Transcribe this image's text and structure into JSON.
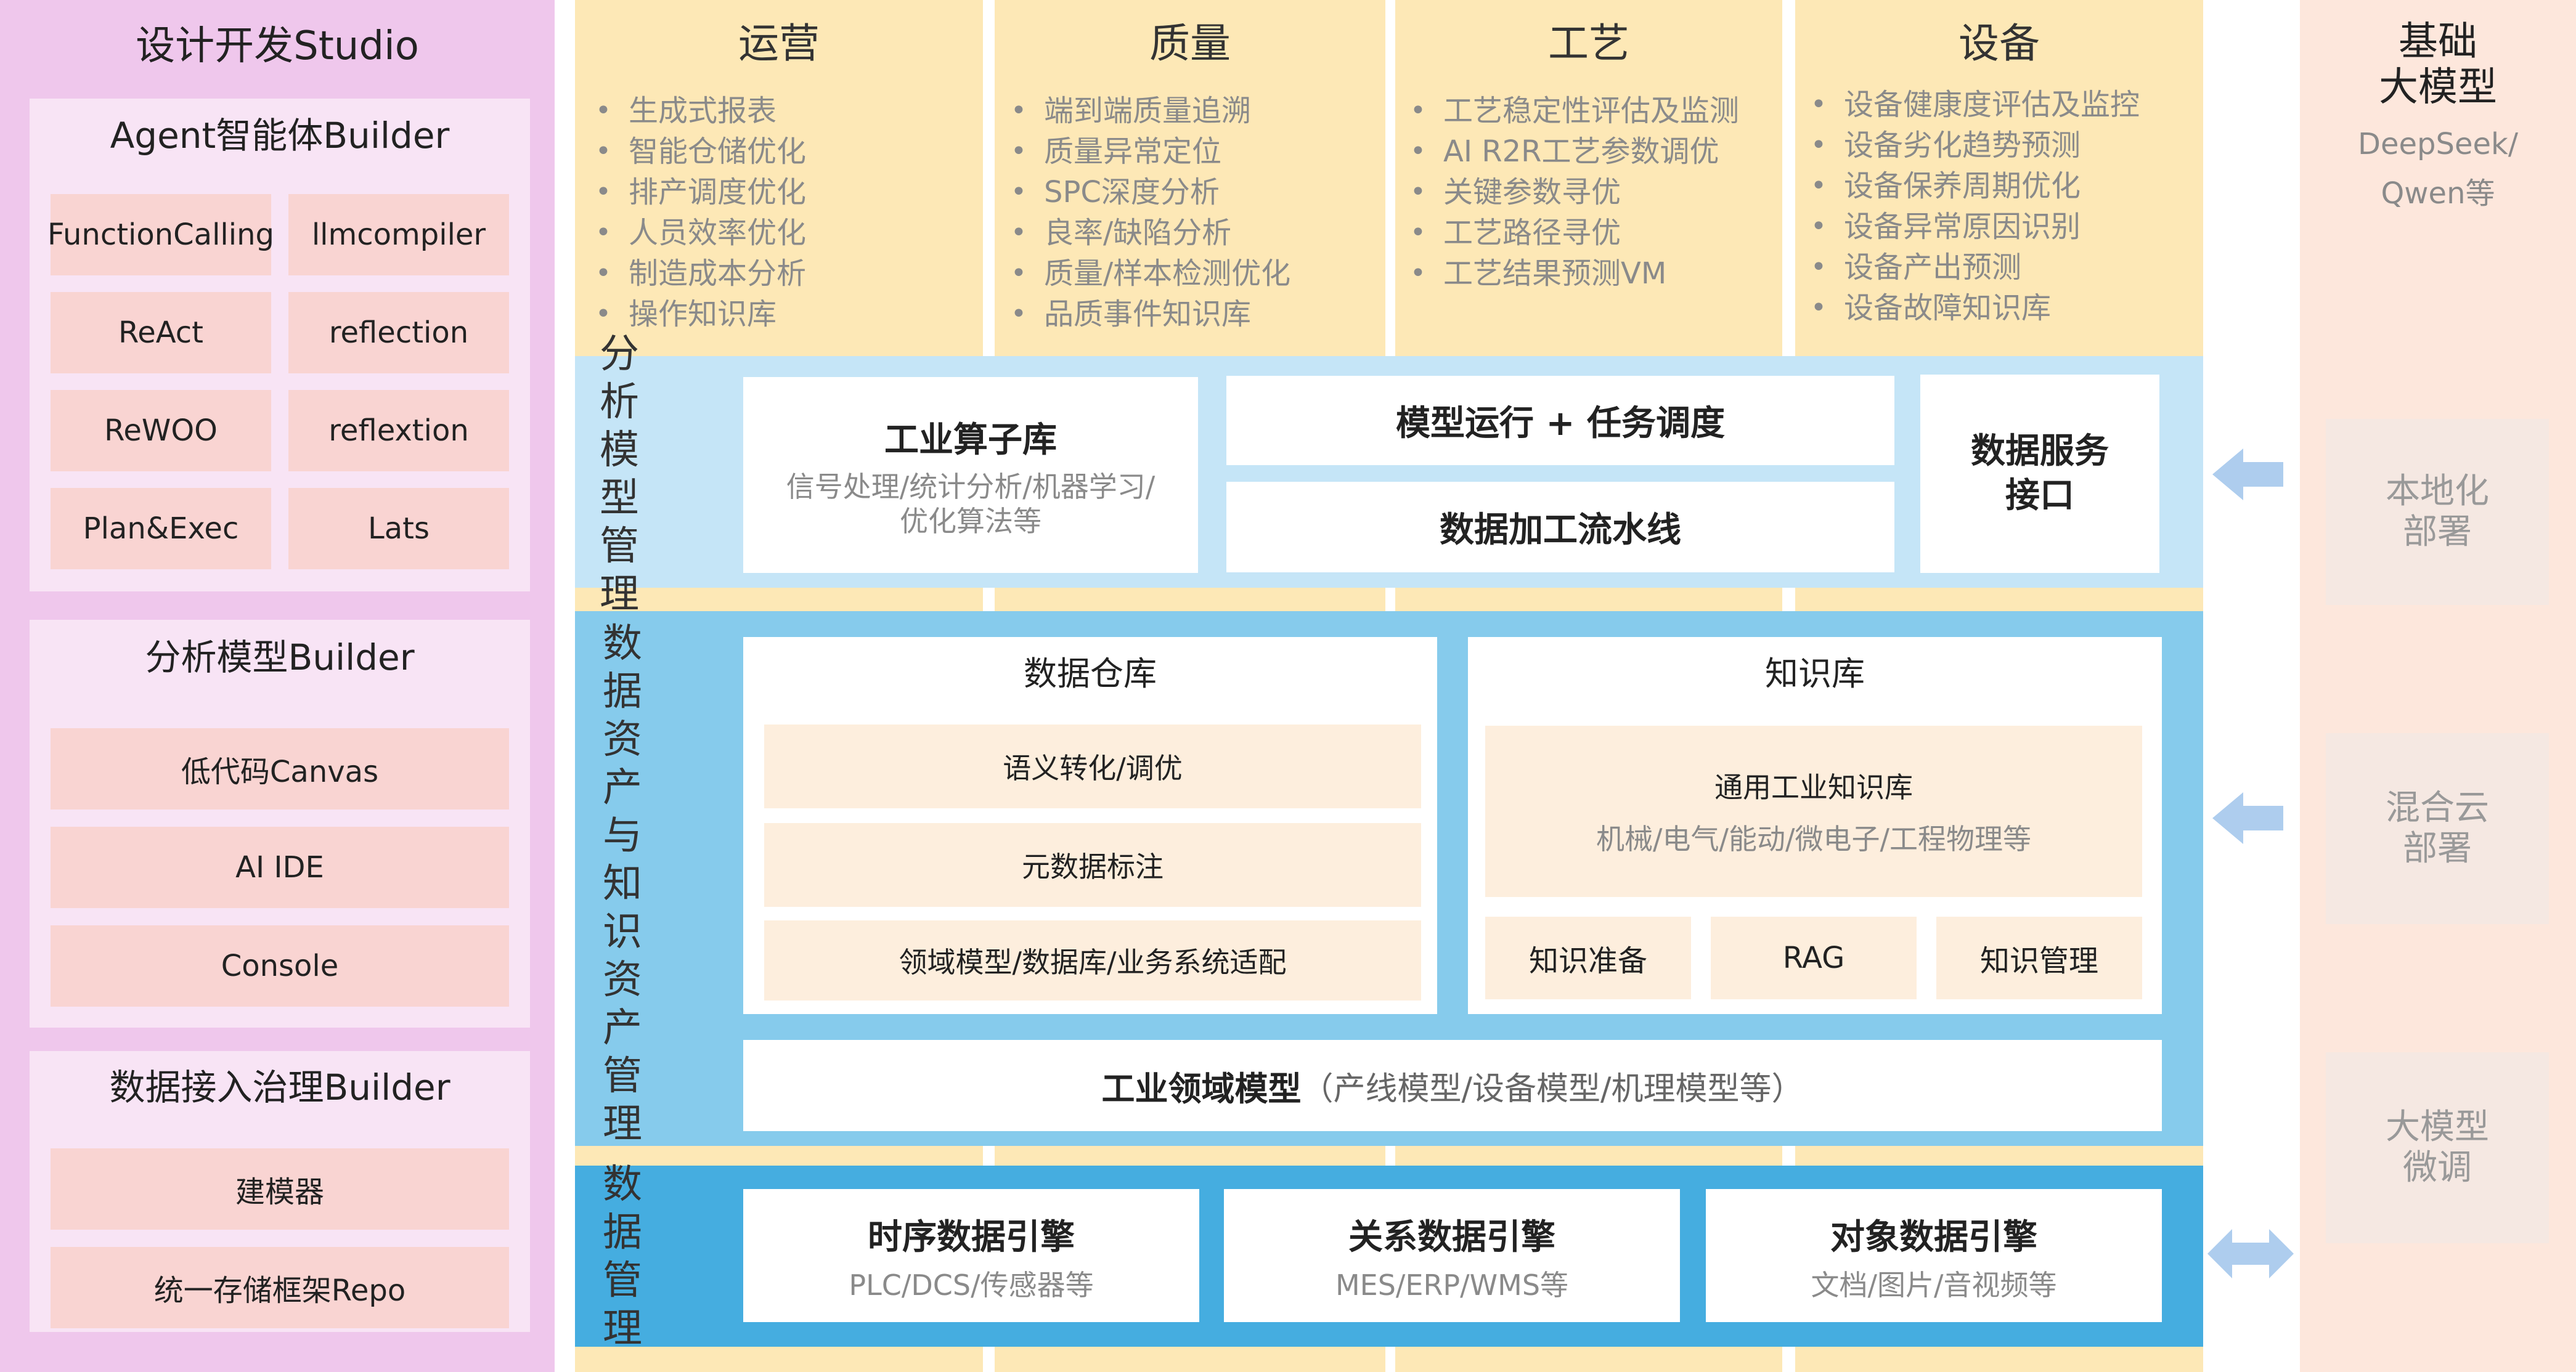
{
  "studio": {
    "title": "设计开发Studio",
    "agent_builder": {
      "title": "Agent智能体Builder",
      "items": [
        "FunctionCalling",
        "llmcompiler",
        "ReAct",
        "reflection",
        "ReWOO",
        "reflextion",
        "Plan&Exec",
        "Lats"
      ]
    },
    "analysis_builder": {
      "title": "分析模型Builder",
      "items": [
        "低代码Canvas",
        "AI IDE",
        "Console"
      ]
    },
    "data_builder": {
      "title": "数据接入治理Builder",
      "items": [
        "建模器",
        "统一存储框架Repo"
      ]
    }
  },
  "domains": [
    {
      "title": "运营",
      "items": [
        "生成式报表",
        "智能仓储优化",
        "排产调度优化",
        "人员效率优化",
        "制造成本分析",
        "操作知识库"
      ]
    },
    {
      "title": "质量",
      "items": [
        "端到端质量追溯",
        "质量异常定位",
        "SPC深度分析",
        "良率/缺陷分析",
        "质量/样本检测优化",
        "品质事件知识库"
      ]
    },
    {
      "title": "工艺",
      "items": [
        "工艺稳定性评估及监测",
        "AI R2R工艺参数调优",
        "关键参数寻优",
        "工艺路径寻优",
        "工艺结果预测VM"
      ]
    },
    {
      "title": "设备",
      "items": [
        "设备健康度评估及监控",
        "设备劣化趋势预测",
        "设备保养周期优化",
        "设备异常原因识别",
        "设备产出预测",
        "设备故障知识库"
      ]
    }
  ],
  "analysis": {
    "label": [
      "分析",
      "模型",
      "管理"
    ],
    "operator_lib": {
      "title": "工业算子库",
      "sub": [
        "信号处理/统计分析/机器学习/",
        "优化算法等"
      ]
    },
    "model_run": "模型运行 + 任务调度",
    "pipeline": "数据加工流水线",
    "data_service": [
      "数据服务",
      "接口"
    ]
  },
  "asset": {
    "label": [
      "数据",
      "资产",
      "与知",
      "识资",
      "产管",
      "理"
    ],
    "warehouse": {
      "title": "数据仓库",
      "items": [
        "语义转化/调优",
        "元数据标注",
        "领域模型/数据库/业务系统适配"
      ]
    },
    "knowledge": {
      "title": "知识库",
      "general": {
        "title": "通用工业知识库",
        "sub": "机械/电气/能动/微电子/工程物理等"
      },
      "items": [
        "知识准备",
        "RAG",
        "知识管理"
      ]
    },
    "domain_model": {
      "title": "工业领域模型",
      "sub": "（产线模型/设备模型/机理模型等）"
    }
  },
  "mgmt": {
    "label": [
      "数据",
      "管理"
    ],
    "engines": [
      {
        "title": "时序数据引擎",
        "sub": "PLC/DCS/传感器等"
      },
      {
        "title": "关系数据引擎",
        "sub": "MES/ERP/WMS等"
      },
      {
        "title": "对象数据引擎",
        "sub": "文档/图片/音视频等"
      }
    ]
  },
  "model": {
    "title": [
      "基础",
      "大模型"
    ],
    "sub": [
      "DeepSeek/",
      "Qwen等"
    ],
    "boxes": [
      [
        "本地化",
        "部署"
      ],
      [
        "混合云",
        "部署"
      ],
      [
        "大模型",
        "微调"
      ]
    ]
  }
}
